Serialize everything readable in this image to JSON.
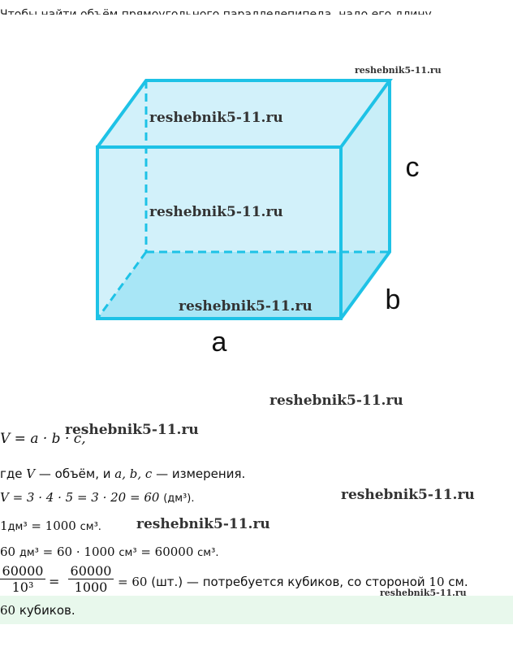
{
  "top_text": "Чтобы найти объём прямоугольного параллелепипеда, надо его длину",
  "figure": {
    "label_a": "a",
    "label_b": "b",
    "label_c": "c",
    "colors": {
      "edge": "#1ec2e6",
      "face": "#d2f1fa",
      "bottom": "#a8e6f6"
    }
  },
  "watermark": "reshebnik5-11.ru",
  "formula": {
    "main": "V = a · b · c,",
    "where_prefix": "где",
    "where_var": "V",
    "where_mid": "— объём, и",
    "where_vars": "a, b, c",
    "where_suffix": "— измерения.",
    "calc_math": "V = 3 · 4 · 5 = 3 · 20 = 60",
    "calc_unit": "(дм³).",
    "conv_a": "1",
    "conv_a_unit": "дм³",
    "conv_eq": "= 1000",
    "conv_b_unit": "см³.",
    "line4_a": "60",
    "line4_unit1": "дм³",
    "line4_mid": "= 60 · 1000",
    "line4_unit2": "см³",
    "line4_eq": "= 60000",
    "line4_unit3": "см³.",
    "frac1_num": "60000",
    "frac1_den": "10³",
    "eq1": "=",
    "frac2_num": "60000",
    "frac2_den": "1000",
    "eq2": "= 60",
    "result_text": "(шт.) — потребуется кубиков, со стороной",
    "side_value": "10",
    "side_unit": "см."
  },
  "answer": {
    "value": "60",
    "text": "кубиков."
  }
}
